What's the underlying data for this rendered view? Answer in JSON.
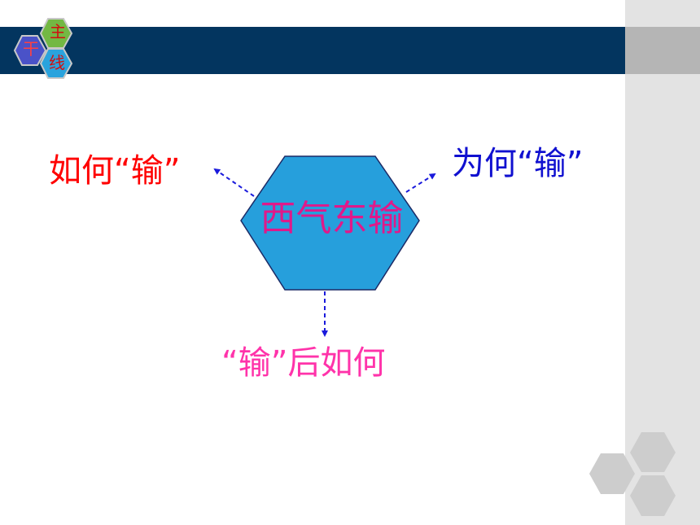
{
  "logo": {
    "top_char": "主",
    "left_char": "干",
    "bottom_char": "线"
  },
  "center": {
    "text": "西气东输",
    "fill": "#269fdc",
    "text_color": "#e0198a"
  },
  "branches": {
    "left": {
      "text": "如何“输”",
      "color": "#ff0000"
    },
    "right": {
      "text": "为何“输”",
      "color": "#1010d0"
    },
    "bottom": {
      "text": "“输”后如何",
      "color": "#ff33aa"
    }
  },
  "colors": {
    "banner": "#03355f",
    "arrow": "#1a1adc",
    "panel": "#e3e3e3"
  }
}
